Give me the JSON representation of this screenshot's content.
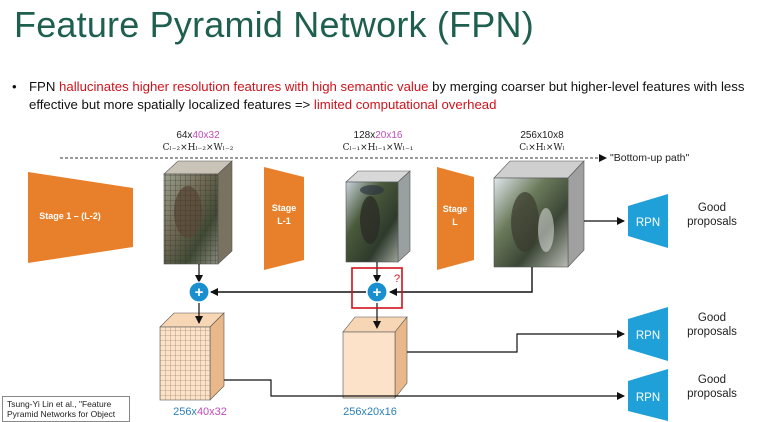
{
  "slide": {
    "title": "Feature Pyramid Network (FPN)",
    "bullet": {
      "prefix": "FPN ",
      "highlight1": "hallucinates higher resolution features with high semantic value",
      "middle": " by merging coarser but higher-level features with less effective but more spatially localized features => ",
      "highlight2": "limited computational overhead"
    }
  },
  "diagram": {
    "bottom_up_label": "\"Bottom-up path\"",
    "stages": [
      {
        "label": "Stage 1 – (L-2)"
      },
      {
        "label_line1": "Stage",
        "label_line2": "L-1"
      },
      {
        "label_line1": "Stage",
        "label_line2": "L"
      }
    ],
    "features": [
      {
        "dims_a": "64x",
        "dims_b": "40x32",
        "formula": "Cₗ₋₂×Hₗ₋₂×Wₗ₋₂"
      },
      {
        "dims_a": "128x",
        "dims_b": "20x16",
        "formula": "Cₗ₋₁×Hₗ₋₁×Wₗ₋₁"
      },
      {
        "dims_a": "256x10x8",
        "dims_b": "",
        "formula": "Cₗ×Hₗ×Wₗ"
      }
    ],
    "outputs": [
      {
        "dims_a": "256x",
        "dims_b": "40x32"
      },
      {
        "dims_a": "256x",
        "dims_b": "20x16"
      }
    ],
    "question_mark": "?",
    "plus_symbol": "+",
    "rpn": [
      {
        "label": "RPN",
        "result_line1": "Good",
        "result_line2": "proposals"
      },
      {
        "label": "RPN",
        "result_line1": "Good",
        "result_line2": "proposals"
      },
      {
        "label": "RPN",
        "result_line1": "Good",
        "result_line2": "proposals"
      }
    ]
  },
  "citation": {
    "text": "Tsung-Yi Lin et al., \"Feature Pyramid Networks for Object"
  },
  "colors": {
    "title": "#1f5f4f",
    "orange": "#e87f2a",
    "rpn_blue": "#1fa0d8",
    "plus_blue": "#1a8fd0",
    "red": "#d0121b",
    "feature_peach": "#fbe2c9"
  }
}
